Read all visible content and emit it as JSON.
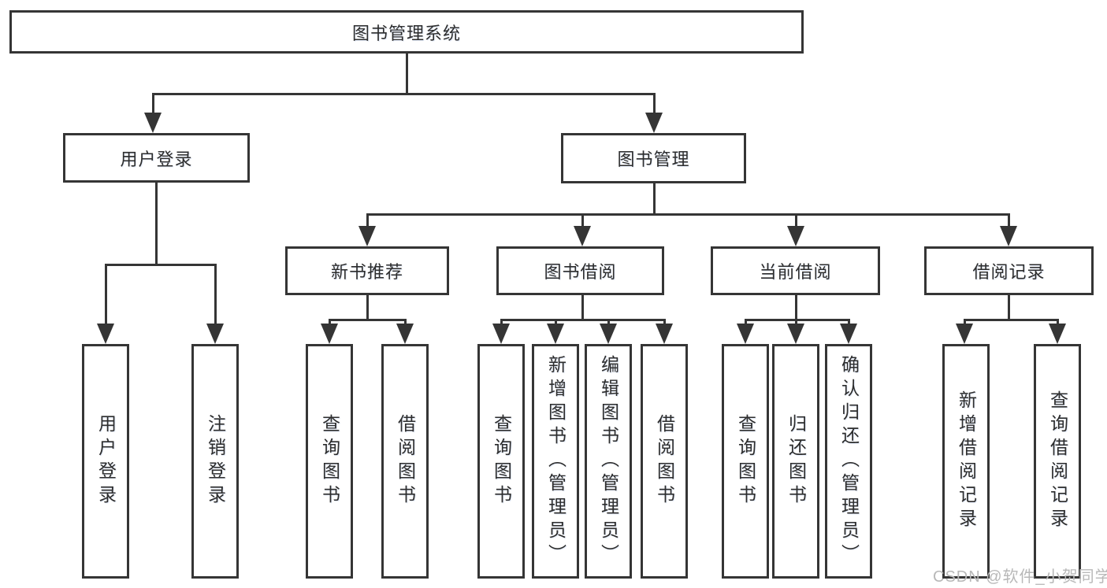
{
  "tree": {
    "label": "图书管理系统",
    "children": [
      {
        "label": "用户登录",
        "children": [
          {
            "label": "用户登录"
          },
          {
            "label": "注销登录"
          }
        ]
      },
      {
        "label": "图书管理",
        "children": [
          {
            "label": "新书推荐",
            "children": [
              {
                "label": "查询图书"
              },
              {
                "label": "借阅图书"
              }
            ]
          },
          {
            "label": "图书借阅",
            "children": [
              {
                "label": "查询图书"
              },
              {
                "label": "新增图书（管理员）"
              },
              {
                "label": "编辑图书（管理员）"
              },
              {
                "label": "借阅图书"
              }
            ]
          },
          {
            "label": "当前借阅",
            "children": [
              {
                "label": "查询图书"
              },
              {
                "label": "归还图书"
              },
              {
                "label": "确认归还（管理员）"
              }
            ]
          },
          {
            "label": "借阅记录",
            "children": [
              {
                "label": "新增借阅记录"
              },
              {
                "label": "查询借阅记录"
              }
            ]
          }
        ]
      }
    ]
  },
  "watermark": {
    "text": "CSDN @软件_小贺同学"
  },
  "colors": {
    "line": "#353535",
    "text": "#2d2d2d",
    "background": "#ffffff",
    "watermark": "#b8b8b8"
  }
}
